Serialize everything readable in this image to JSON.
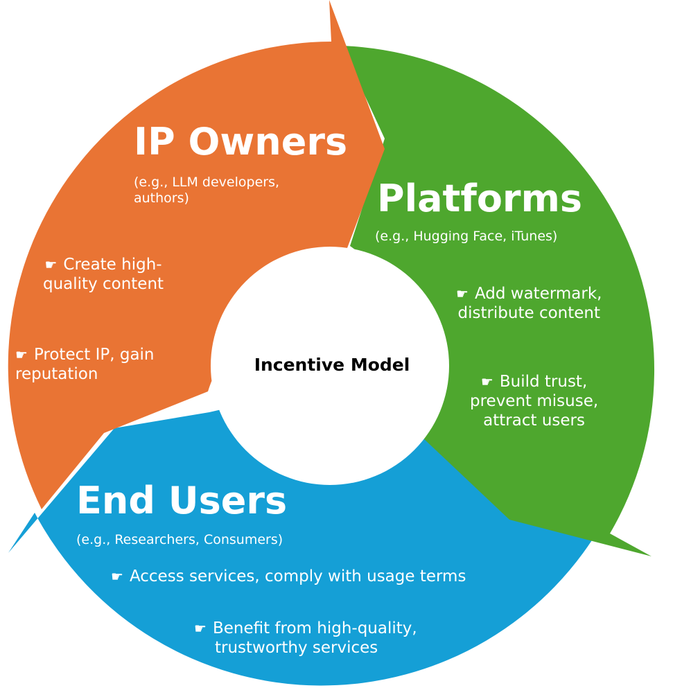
{
  "colors": {
    "ip_owners": "#e97434",
    "platforms": "#4ea72e",
    "end_users": "#159fd6",
    "center": "#ffffff"
  },
  "center_label": "Incentive Model",
  "hand_icon": "pointing-hand-icon",
  "hand_glyph": "☛",
  "ip_owners": {
    "title": "IP Owners",
    "example_line1": "(e.g., LLM developers,",
    "example_line2": "authors)",
    "bullet1_line1": "Create high-",
    "bullet1_line2": "quality content",
    "bullet2_line1": "Protect IP, gain",
    "bullet2_line2": "reputation"
  },
  "platforms": {
    "title": "Platforms",
    "example": "(e.g., Hugging Face, iTunes)",
    "bullet1_line1": "Add watermark,",
    "bullet1_line2": "distribute content",
    "bullet2_line1": "Build trust,",
    "bullet2_line2": "prevent misuse,",
    "bullet2_line3": "attract users"
  },
  "end_users": {
    "title": "End Users",
    "example": "(e.g., Researchers, Consumers)",
    "bullet1": "Access services, comply with usage terms",
    "bullet2_line1": "Benefit from high-quality,",
    "bullet2_line2": "trustworthy services"
  }
}
